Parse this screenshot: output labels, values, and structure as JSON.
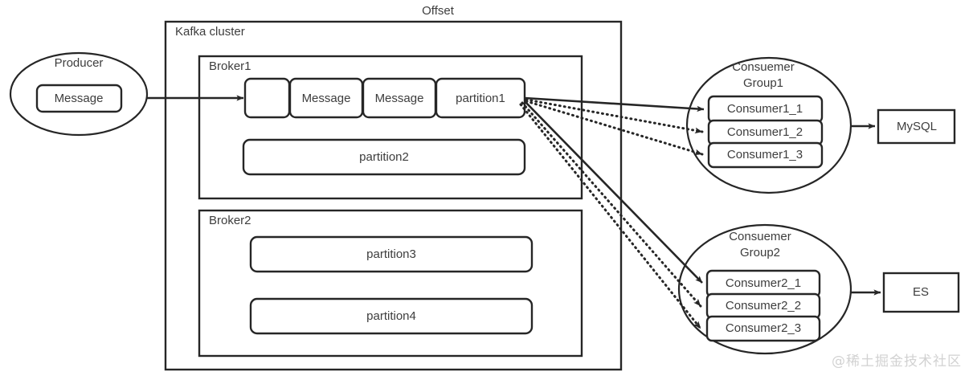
{
  "diagram": {
    "title_visible": false,
    "colors": {
      "stroke": "#262626",
      "text": "#3d3d3d",
      "background": "#ffffff",
      "watermark": "#d2d2d2"
    },
    "offset": {
      "label": "Offset"
    },
    "producer": {
      "label": "Producer",
      "message_label": "Message"
    },
    "cluster": {
      "label": "Kafka cluster",
      "brokers": [
        {
          "label": "Broker1",
          "partition_row": {
            "cells": [
              "",
              "Message",
              "Message",
              "partition1"
            ]
          },
          "partitions": [
            "partition2"
          ]
        },
        {
          "label": "Broker2",
          "partitions": [
            "partition3",
            "partition4"
          ]
        }
      ]
    },
    "consumer_groups": [
      {
        "label_line1": "Consuemer",
        "label_line2": "Group1",
        "consumers": [
          "Consumer1_1",
          "Consumer1_2",
          "Consumer1_3"
        ],
        "sink": "MySQL"
      },
      {
        "label_line1": "Consuemer",
        "label_line2": "Group2",
        "consumers": [
          "Consumer2_1",
          "Consumer2_2",
          "Consumer2_3"
        ],
        "sink": "ES"
      }
    ],
    "edges": [
      {
        "from": "producer",
        "to": "partition1-row",
        "style": "solid"
      },
      {
        "from": "offset-label",
        "to": "partition1-row",
        "style": "solid"
      },
      {
        "from": "partition1",
        "to": "Consumer1_1",
        "style": "solid"
      },
      {
        "from": "partition1",
        "to": "Consumer1_2",
        "style": "dotted"
      },
      {
        "from": "partition1",
        "to": "Consumer1_3",
        "style": "dotted"
      },
      {
        "from": "partition1",
        "to": "Consumer2_1",
        "style": "solid"
      },
      {
        "from": "partition1",
        "to": "Consumer2_2",
        "style": "dotted"
      },
      {
        "from": "partition1",
        "to": "Consumer2_3",
        "style": "dotted"
      },
      {
        "from": "ConsuemerGroup1",
        "to": "MySQL",
        "style": "solid"
      },
      {
        "from": "ConsuemerGroup2",
        "to": "ES",
        "style": "solid"
      }
    ],
    "watermark": "@稀土掘金技术社区"
  }
}
